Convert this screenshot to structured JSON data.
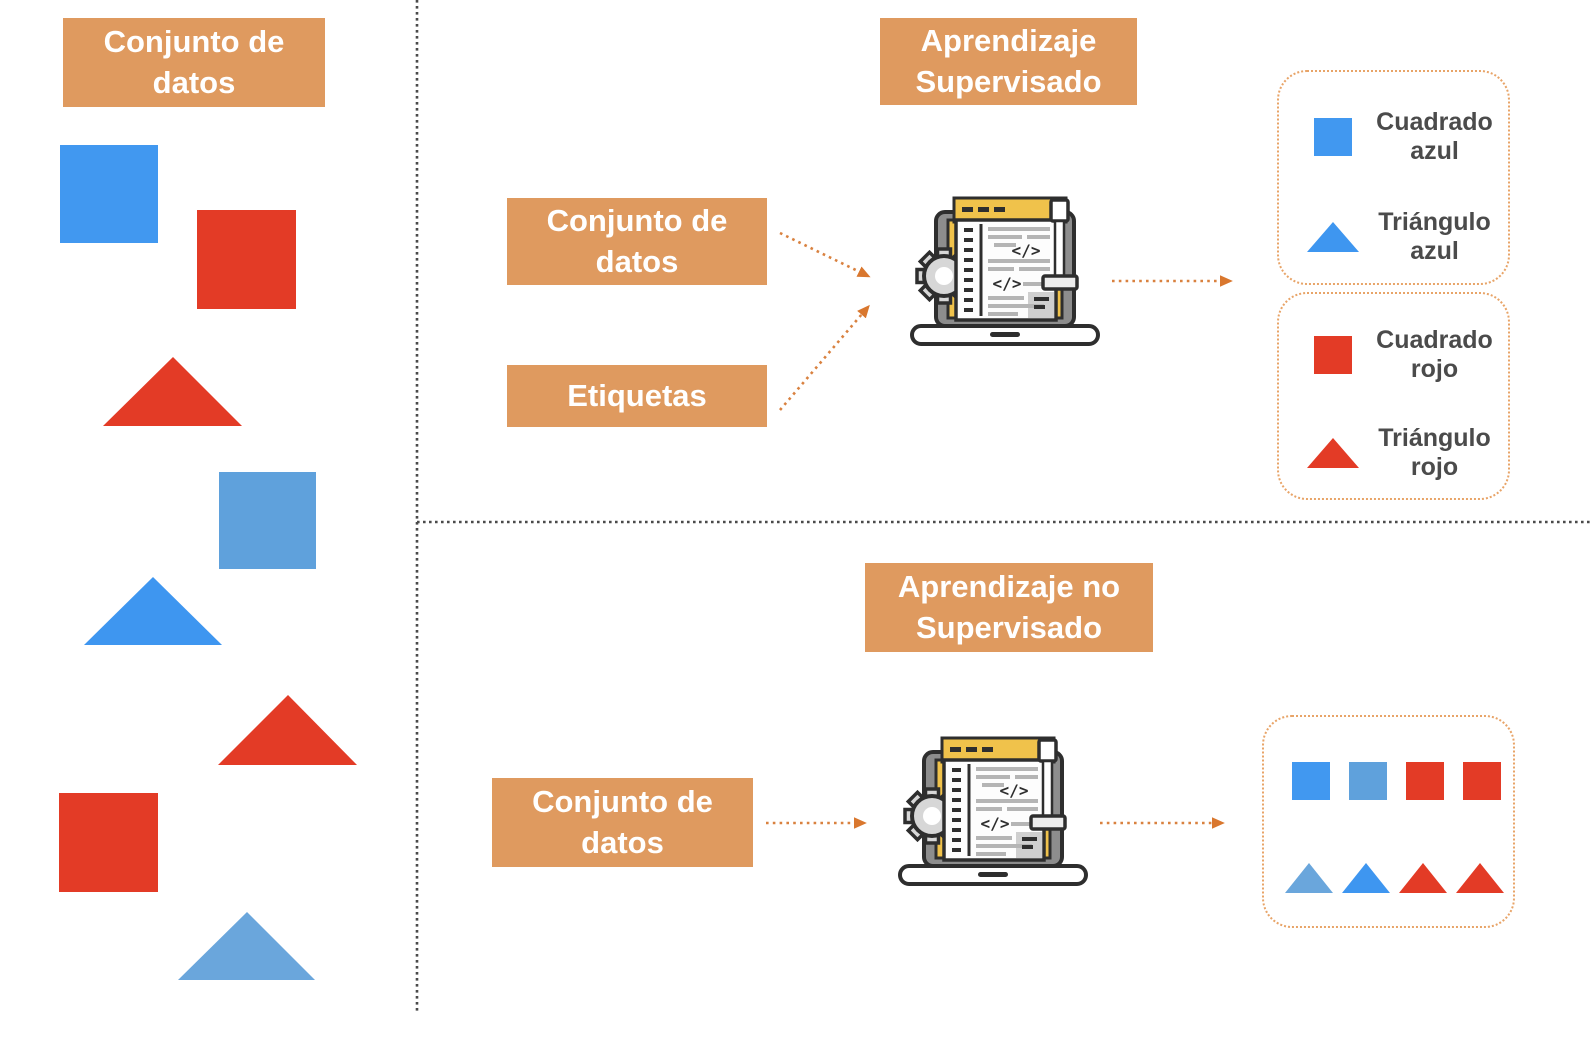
{
  "dataset_panel": {
    "title": "Conjunto de datos",
    "shapes": [
      {
        "shape": "square",
        "color_name": "blue",
        "color": "#4198F0"
      },
      {
        "shape": "square",
        "color_name": "red",
        "color": "#E33B26"
      },
      {
        "shape": "triangle",
        "color_name": "red",
        "color": "#E33B26"
      },
      {
        "shape": "square",
        "color_name": "light-blue",
        "color": "#5FA1DC"
      },
      {
        "shape": "triangle",
        "color_name": "blue",
        "color": "#3E96F0"
      },
      {
        "shape": "triangle",
        "color_name": "red",
        "color": "#E33B26"
      },
      {
        "shape": "square",
        "color_name": "red",
        "color": "#E33B26"
      },
      {
        "shape": "triangle",
        "color_name": "light-blue",
        "color": "#6AA6DC"
      }
    ]
  },
  "supervised": {
    "title": "Aprendizaje Supervisado",
    "inputs": [
      {
        "label": "Conjunto de datos"
      },
      {
        "label": "Etiquetas"
      }
    ],
    "model_icon": "laptop-code-icon",
    "legend_groups": [
      {
        "items": [
          {
            "icon": "blue-square-icon",
            "label": "Cuadrado azul"
          },
          {
            "icon": "blue-triangle-icon",
            "label": "Triángulo azul"
          }
        ]
      },
      {
        "items": [
          {
            "icon": "red-square-icon",
            "label": "Cuadrado rojo"
          },
          {
            "icon": "red-triangle-icon",
            "label": "Triángulo rojo"
          }
        ]
      }
    ]
  },
  "unsupervised": {
    "title": "Aprendizaje no Supervisado",
    "inputs": [
      {
        "label": "Conjunto de datos"
      }
    ],
    "model_icon": "laptop-code-icon",
    "cluster_box": {
      "squares_row": [
        "blue",
        "light-blue",
        "red",
        "red"
      ],
      "triangles_row": [
        "light-blue",
        "blue",
        "red",
        "red"
      ]
    }
  },
  "colors": {
    "box_orange": "#DF9A5F",
    "blue": "#4198F0",
    "light_blue": "#5FA1DC",
    "red": "#E33B26",
    "arrow_orange": "#D9813F",
    "outline_border_orange": "#E8A468",
    "legend_text": "#4B4B4B",
    "separator_gray": "#4A4A4A",
    "laptop_yellow": "#F0C24B"
  }
}
